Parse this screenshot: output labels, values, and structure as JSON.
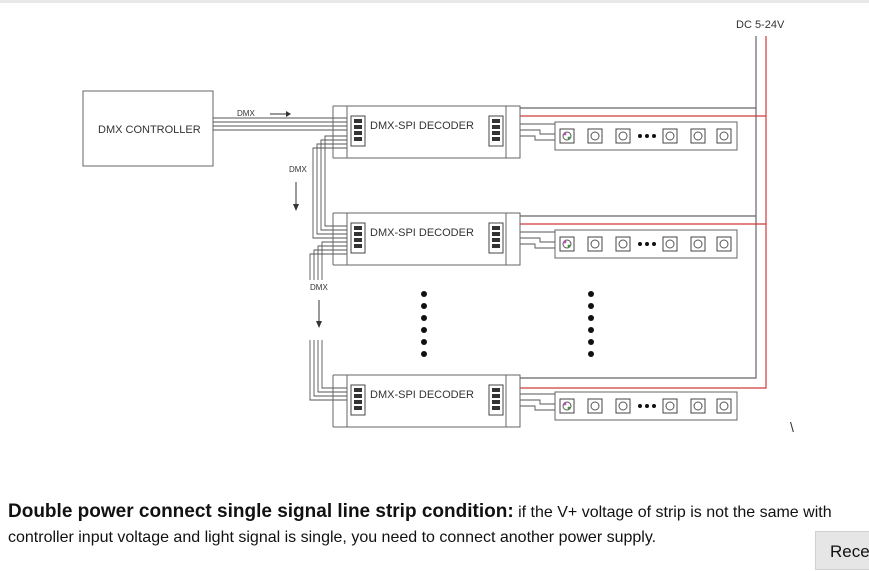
{
  "diagram": {
    "power_label": "DC 5-24V",
    "controller_label": "DMX CONTROLLER",
    "decoder_label": "DMX-SPI DECODER",
    "dmx_label": "DMX",
    "backslash": "\\"
  },
  "caption": {
    "bold": "Double power connect single signal line strip condition:",
    "text": " if the V+ voltage of strip is not the same with controller input voltage and light signal is single, you need to connect another power supply."
  },
  "recent_tab": {
    "label": "Rece"
  },
  "colors": {
    "power_wire": "#d23a3a",
    "line": "#555555",
    "led_magenta": "#c04cc0",
    "led_green": "#3a9a3a"
  }
}
